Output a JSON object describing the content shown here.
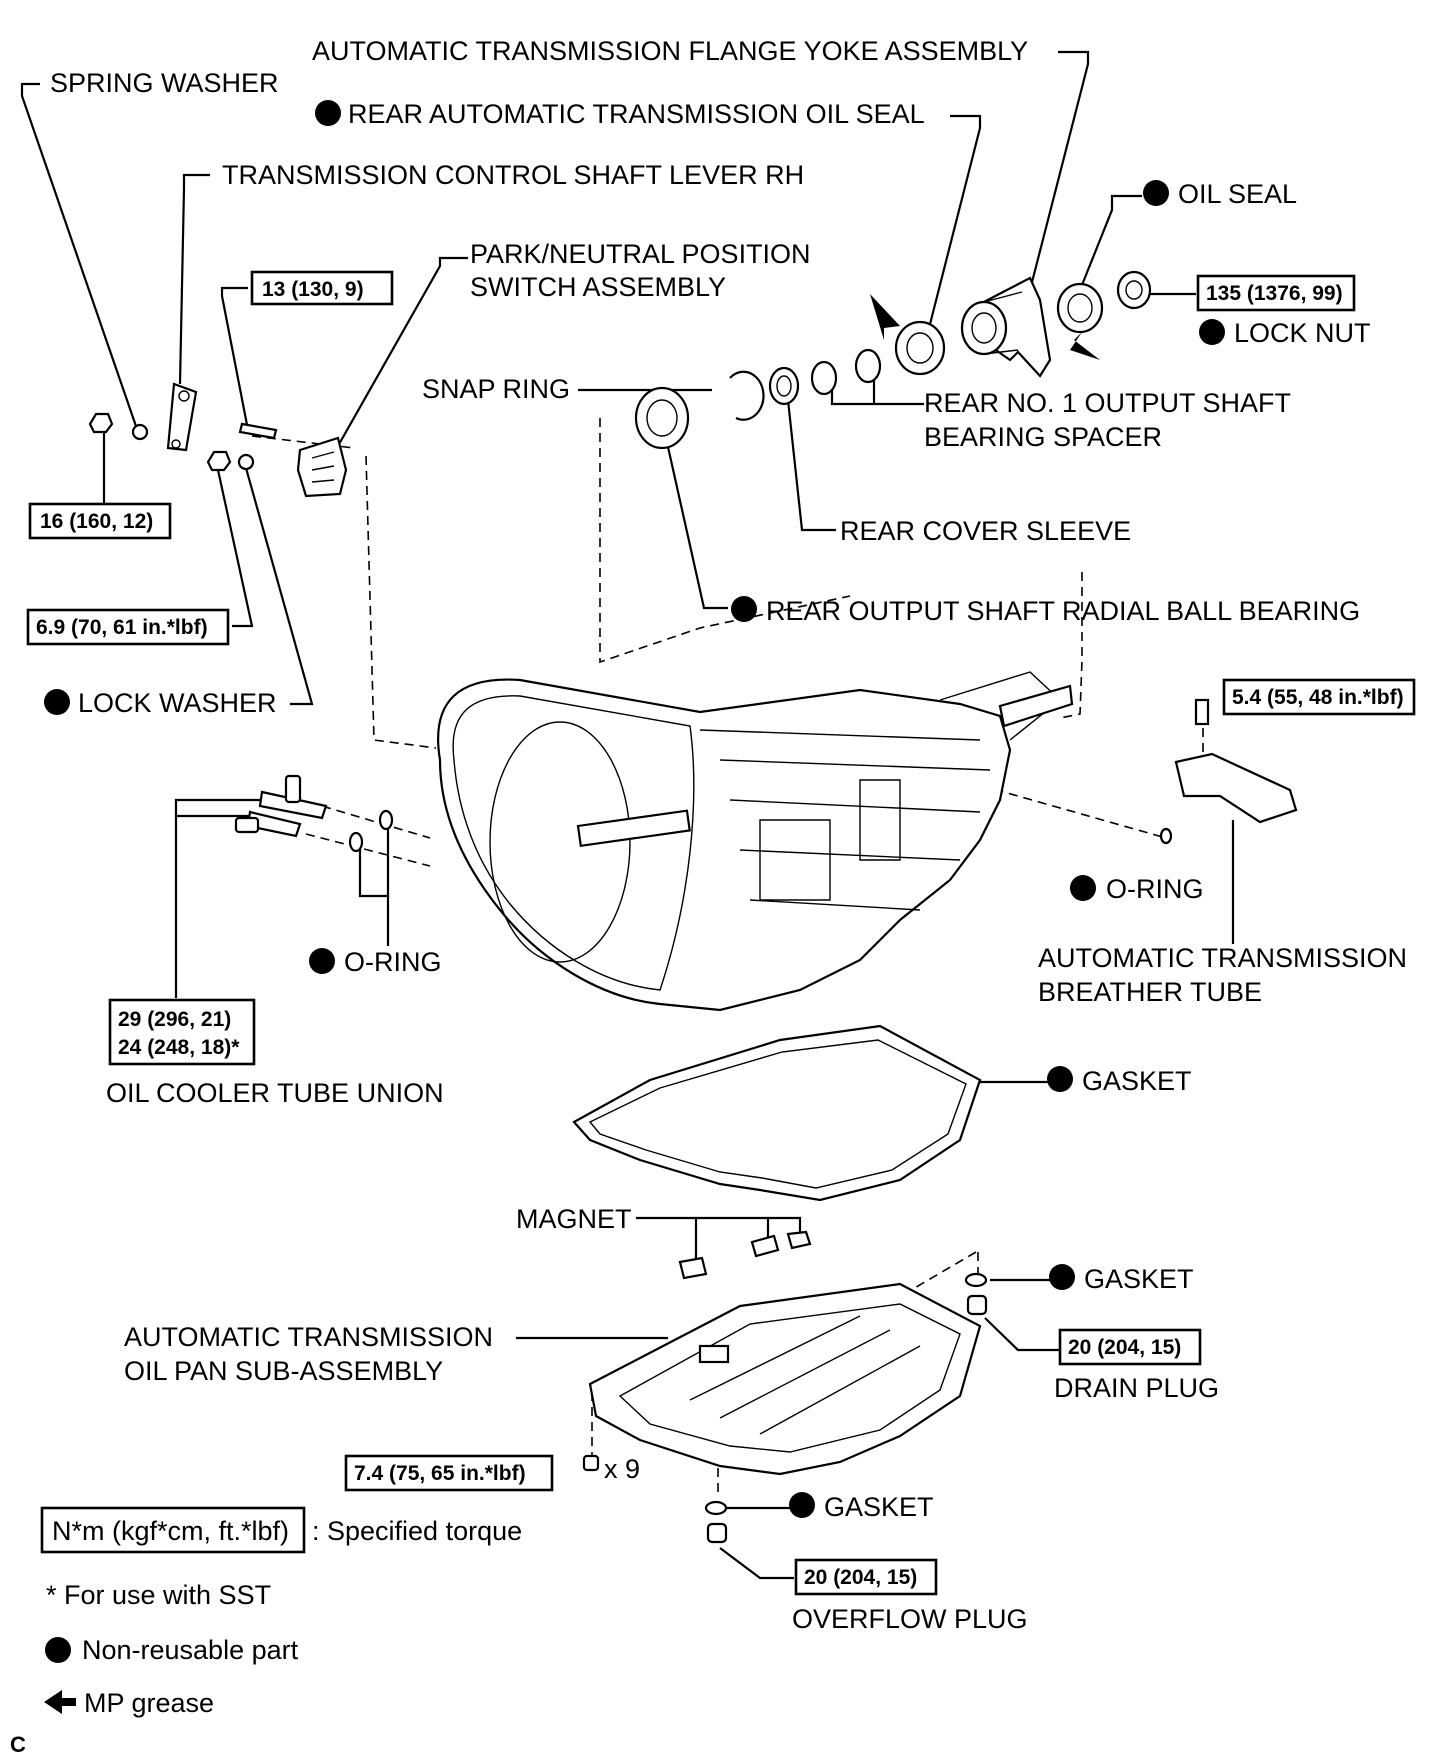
{
  "labels": {
    "flange_yoke": "AUTOMATIC TRANSMISSION FLANGE YOKE ASSEMBLY",
    "spring_washer": "SPRING WASHER",
    "rear_oil_seal": "REAR AUTOMATIC TRANSMISSION OIL SEAL",
    "control_shaft_lever": "TRANSMISSION CONTROL SHAFT LEVER RH",
    "oil_seal": "OIL SEAL",
    "pn_switch_1": "PARK/NEUTRAL POSITION",
    "pn_switch_2": "SWITCH ASSEMBLY",
    "lock_nut": "LOCK NUT",
    "snap_ring": "SNAP RING",
    "spacer_1": "REAR NO. 1 OUTPUT SHAFT",
    "spacer_2": "BEARING SPACER",
    "rear_cover_sleeve": "REAR COVER SLEEVE",
    "radial_bearing": "REAR OUTPUT SHAFT RADIAL BALL BEARING",
    "lock_washer": "LOCK WASHER",
    "o_ring_right": "O-RING",
    "breather_1": "AUTOMATIC TRANSMISSION",
    "breather_2": "BREATHER TUBE",
    "o_ring_left": "O-RING",
    "oil_cooler": "OIL COOLER TUBE UNION",
    "gasket_pan": "GASKET",
    "magnet": "MAGNET",
    "gasket_drain": "GASKET",
    "oil_pan_1": "AUTOMATIC TRANSMISSION",
    "oil_pan_2": "OIL PAN SUB-ASSEMBLY",
    "drain_plug": "DRAIN PLUG",
    "x9": "x 9",
    "gasket_overflow": "GASKET",
    "overflow_plug": "OVERFLOW PLUG"
  },
  "torques": {
    "t13": "13 (130, 9)",
    "t135": "135 (1376, 99)",
    "t16": "16 (160, 12)",
    "t69": "6.9 (70, 61 in.*lbf)",
    "t54": "5.4 (55, 48 in.*lbf)",
    "t29": "29 (296, 21)",
    "t24": "24 (248, 18)*",
    "t20_drain": "20 (204, 15)",
    "t74": "7.4 (75, 65 in.*lbf)",
    "t20_overflow": "20 (204, 15)"
  },
  "legend": {
    "torque_unit": "N*m (kgf*cm, ft.*lbf)",
    "torque_desc": ": Specified torque",
    "sst_note": "* For use with SST",
    "non_reusable": "Non-reusable part",
    "mp_grease": "MP grease"
  },
  "corner_mark": "C"
}
